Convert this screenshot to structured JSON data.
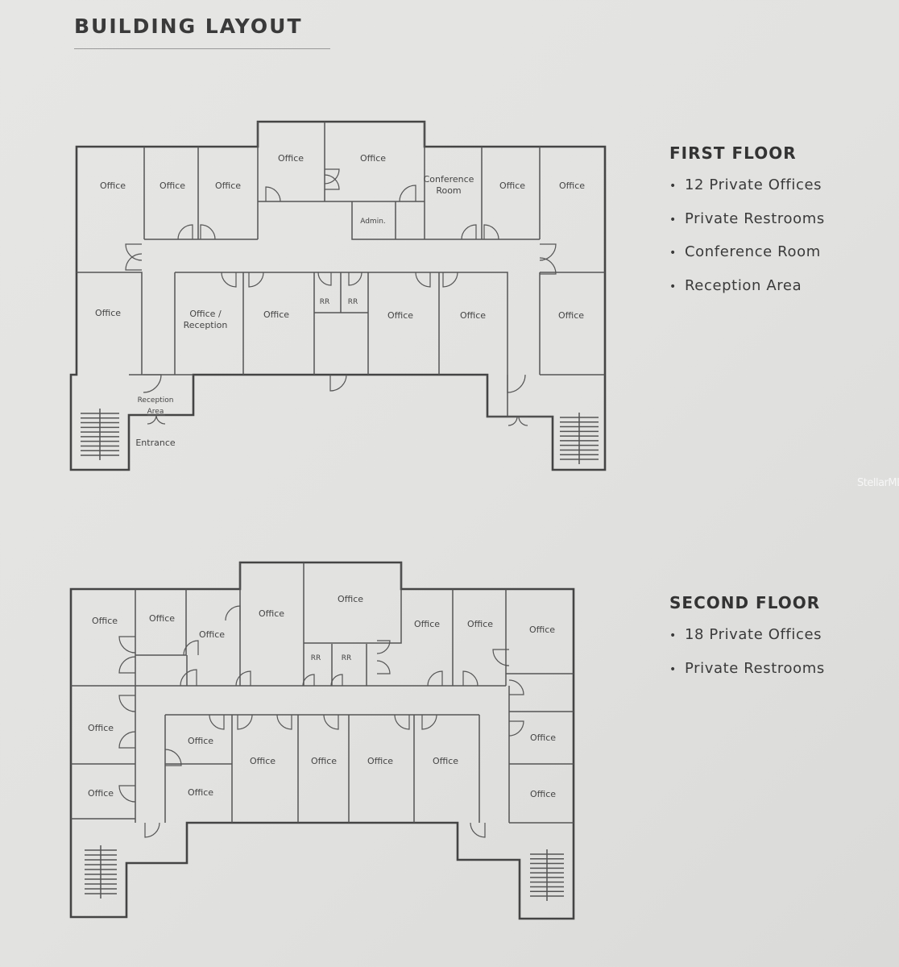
{
  "title": "BUILDING LAYOUT",
  "watermark": "StellarMLS",
  "first_floor": {
    "heading": "FIRST FLOOR",
    "features": [
      "12 Private Offices",
      "Private Restrooms",
      "Conference Room",
      "Reception Area"
    ],
    "rooms": [
      {
        "lines": [
          "Office"
        ]
      },
      {
        "lines": [
          "Office"
        ]
      },
      {
        "lines": [
          "Office"
        ]
      },
      {
        "lines": [
          "Office"
        ]
      },
      {
        "lines": [
          "Office"
        ]
      },
      {
        "lines": [
          "Conference",
          "Room"
        ]
      },
      {
        "lines": [
          "Office"
        ]
      },
      {
        "lines": [
          "Office"
        ]
      },
      {
        "lines": [
          "Admin."
        ]
      },
      {
        "lines": [
          "Office"
        ]
      },
      {
        "lines": [
          "Office /",
          "Reception"
        ]
      },
      {
        "lines": [
          "Office"
        ]
      },
      {
        "lines": [
          "RR"
        ]
      },
      {
        "lines": [
          "RR"
        ]
      },
      {
        "lines": [
          "Office"
        ]
      },
      {
        "lines": [
          "Office"
        ]
      },
      {
        "lines": [
          "Office"
        ]
      },
      {
        "lines": [
          "Reception",
          "Area"
        ]
      },
      {
        "lines": [
          "Entrance"
        ]
      }
    ]
  },
  "second_floor": {
    "heading": "SECOND FLOOR",
    "features": [
      "18 Private Offices",
      "Private Restrooms"
    ],
    "rooms": [
      {
        "lines": [
          "Office"
        ]
      },
      {
        "lines": [
          "Office"
        ]
      },
      {
        "lines": [
          "Office"
        ]
      },
      {
        "lines": [
          "Office"
        ]
      },
      {
        "lines": [
          "Office"
        ]
      },
      {
        "lines": [
          "Office"
        ]
      },
      {
        "lines": [
          "Office"
        ]
      },
      {
        "lines": [
          "Office"
        ]
      },
      {
        "lines": [
          "RR"
        ]
      },
      {
        "lines": [
          "RR"
        ]
      },
      {
        "lines": [
          "Office"
        ]
      },
      {
        "lines": [
          "Office"
        ]
      },
      {
        "lines": [
          "Office"
        ]
      },
      {
        "lines": [
          "Office"
        ]
      },
      {
        "lines": [
          "Office"
        ]
      },
      {
        "lines": [
          "Office"
        ]
      },
      {
        "lines": [
          "Office"
        ]
      },
      {
        "lines": [
          "Office"
        ]
      },
      {
        "lines": [
          "Office"
        ]
      },
      {
        "lines": [
          "Office"
        ]
      }
    ]
  }
}
